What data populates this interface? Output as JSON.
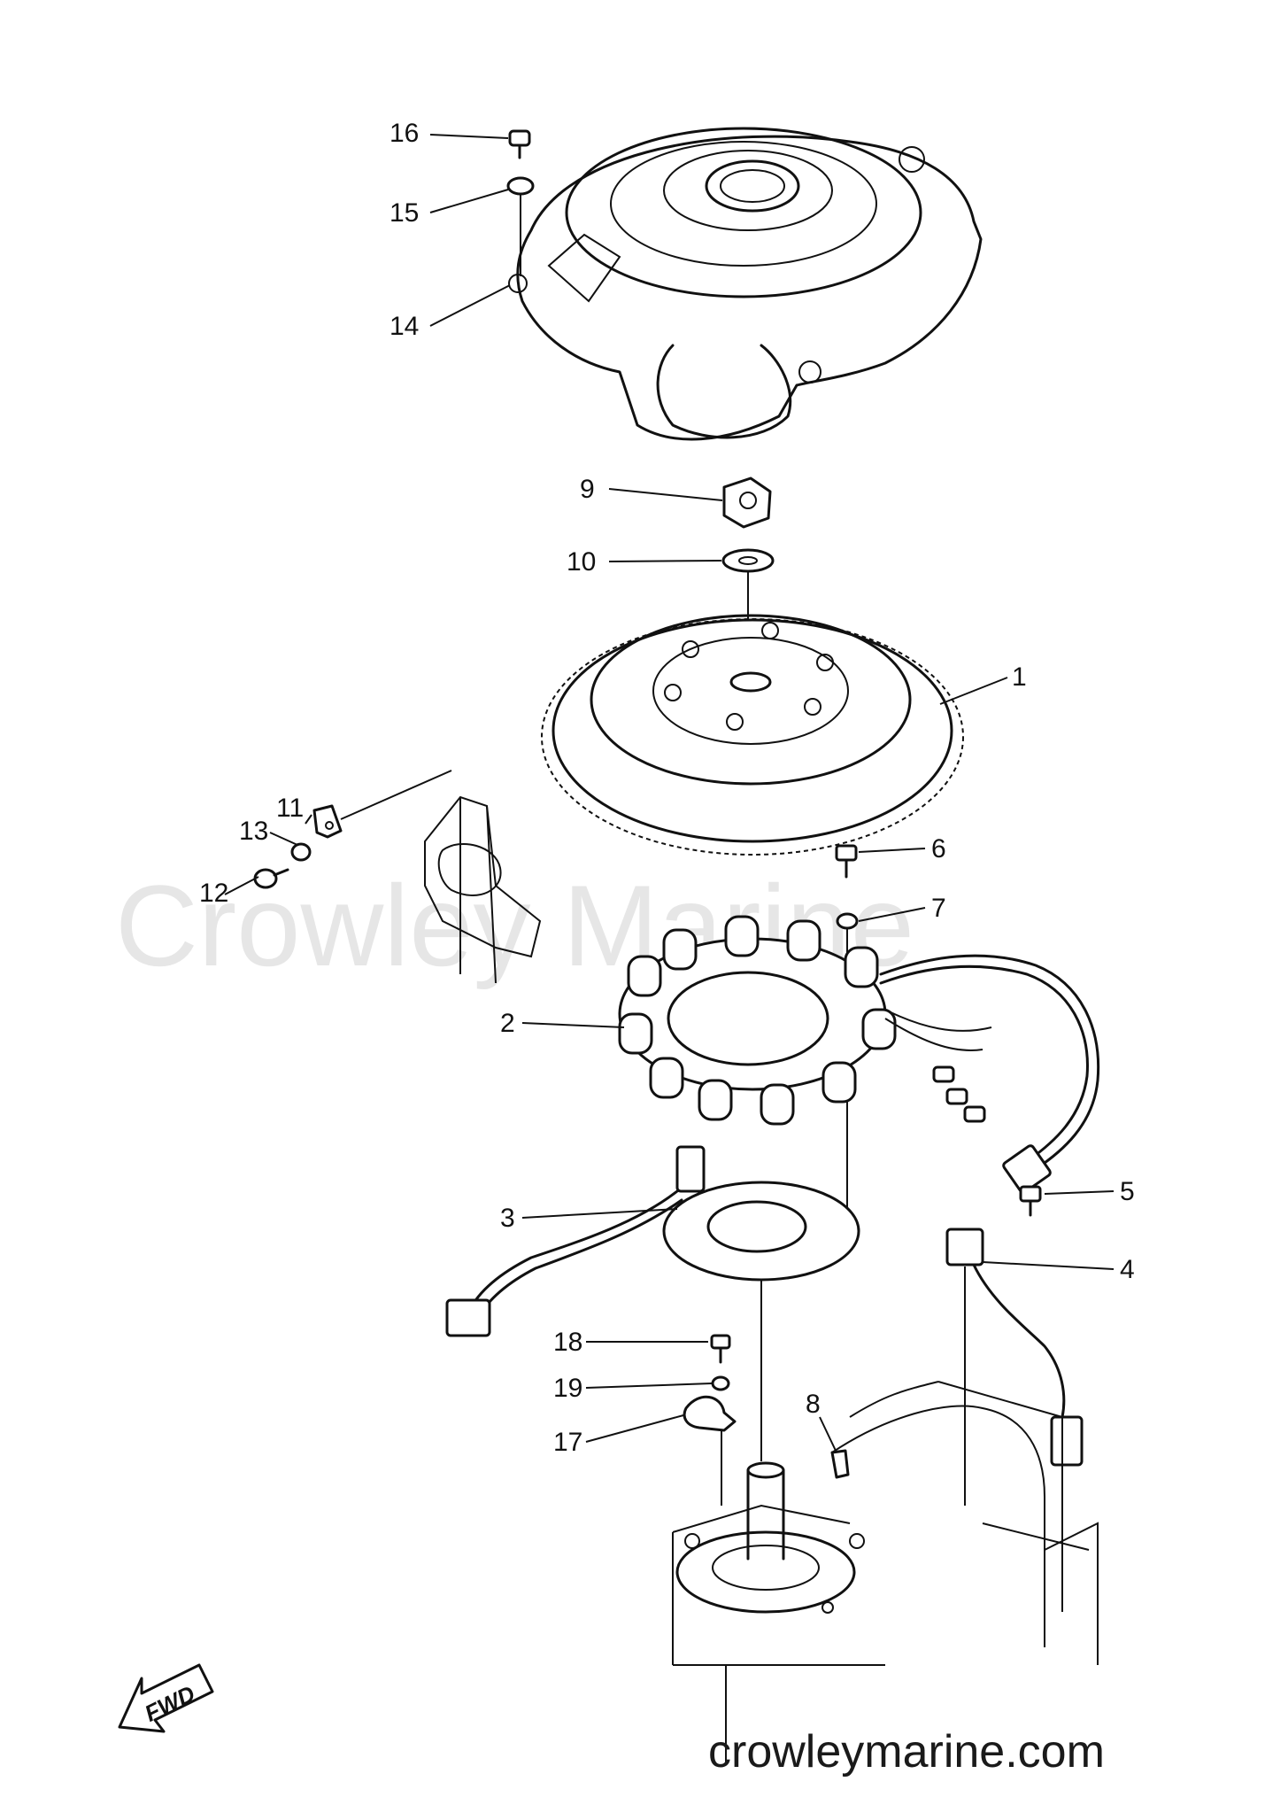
{
  "watermark": "Crowley Marine",
  "website": "crowleymarine.com",
  "direction_label": "FWD",
  "callouts": {
    "c1": "1",
    "c2": "2",
    "c3": "3",
    "c4": "4",
    "c5": "5",
    "c6": "6",
    "c7": "7",
    "c8": "8",
    "c9": "9",
    "c10": "10",
    "c11": "11",
    "c12": "12",
    "c13": "13",
    "c14": "14",
    "c15": "15",
    "c16": "16",
    "c17": "17",
    "c18": "18",
    "c19": "19"
  }
}
